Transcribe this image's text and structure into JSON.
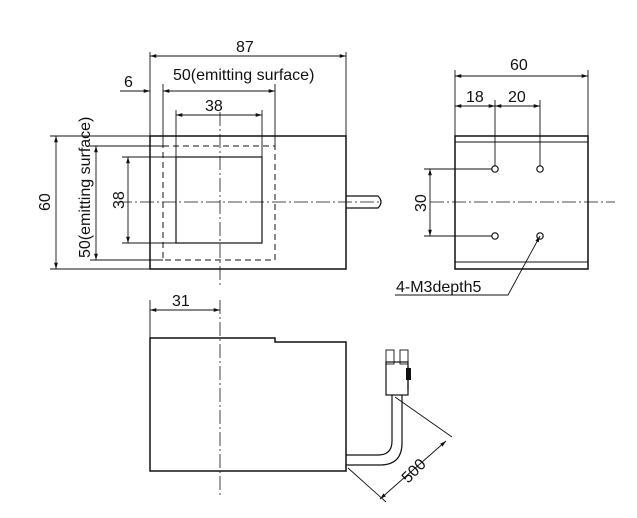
{
  "front_view": {
    "dim_total_width": "87",
    "dim_emitting_width": "50(emitting surface)",
    "dim_offset": "6",
    "dim_inner_width": "38",
    "dim_height": "60",
    "dim_emitting_height": "50(emitting surface)",
    "dim_inner_height": "38"
  },
  "side_view": {
    "dim_width": "60",
    "dim_hole_offset": "18",
    "dim_hole_pitch": "20",
    "dim_hole_vertical": "30",
    "hole_callout": "4-M3depth5"
  },
  "bottom_view": {
    "dim_center_offset": "31",
    "dim_cable_length": "500"
  }
}
